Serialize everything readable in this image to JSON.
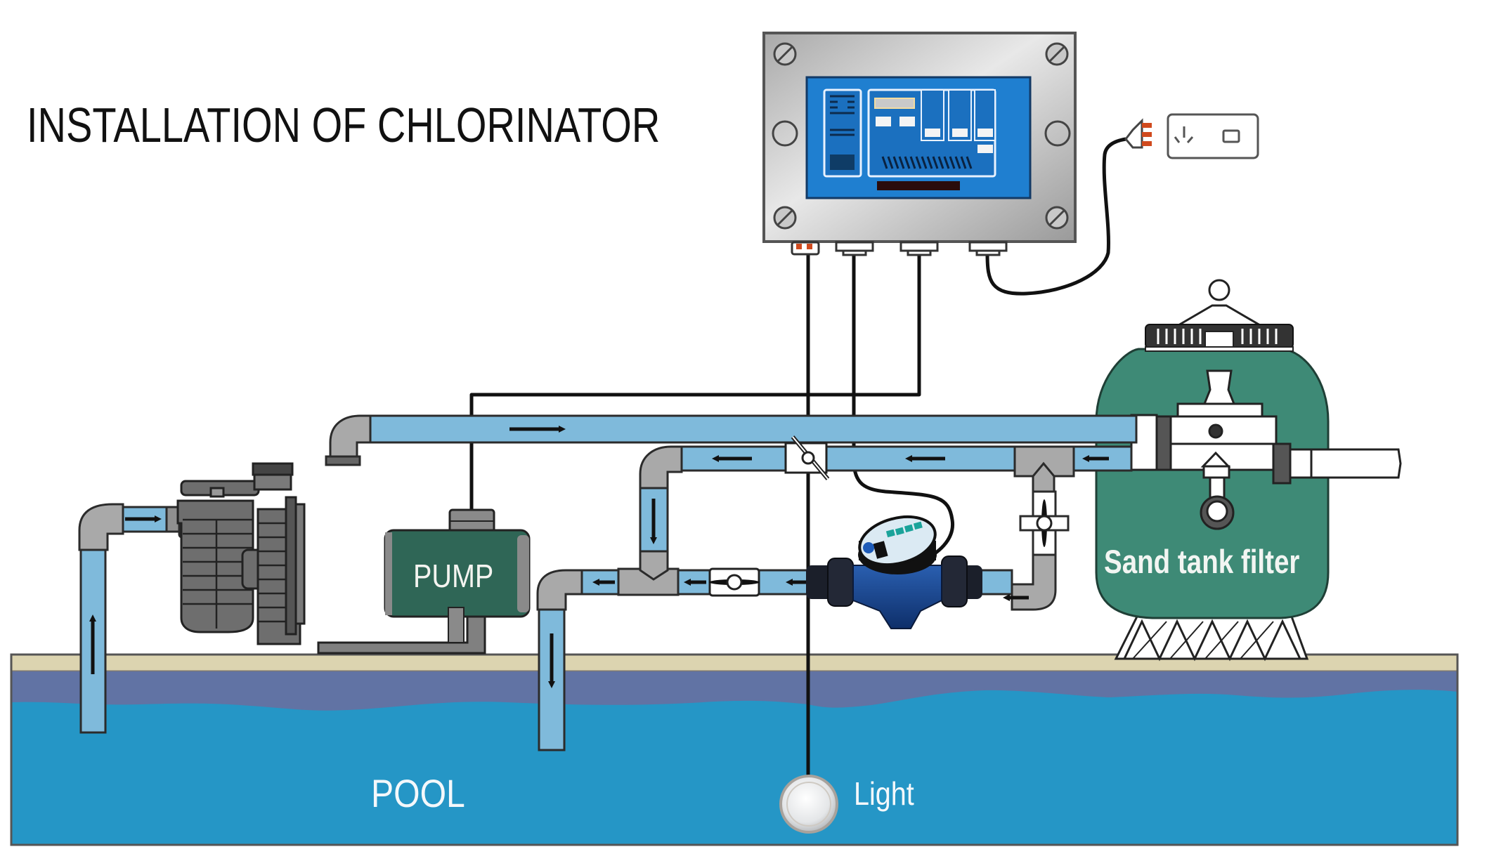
{
  "title": "INSTALLATION OF CHLORINATOR",
  "labels": {
    "pump": "PUMP",
    "sand_filter": "Sand tank filter",
    "pool": "POOL",
    "light": "Light"
  },
  "components": [
    {
      "id": "control-box",
      "name": "Chlorinator control box",
      "icon": "control-panel-icon"
    },
    {
      "id": "power-outlet",
      "name": "Wall power socket with plug",
      "icon": "power-plug-icon"
    },
    {
      "id": "pump",
      "name": "Pool pump",
      "icon": "pump-icon"
    },
    {
      "id": "sand-filter",
      "name": "Sand tank filter",
      "icon": "filter-tank-icon"
    },
    {
      "id": "salt-cell",
      "name": "Chlorinator salt cell",
      "icon": "salt-cell-icon"
    },
    {
      "id": "pool-light",
      "name": "Pool light",
      "icon": "light-icon"
    }
  ],
  "flow_arrows": [
    {
      "segment": "suction-riser",
      "direction": "up"
    },
    {
      "segment": "suction-inlet",
      "direction": "right"
    },
    {
      "segment": "pump-to-filter",
      "direction": "right"
    },
    {
      "segment": "filter-return-left",
      "direction": "left"
    },
    {
      "segment": "filter-return-right",
      "direction": "left"
    },
    {
      "segment": "filter-return-right-2",
      "direction": "left"
    },
    {
      "segment": "bypass-down",
      "direction": "down"
    },
    {
      "segment": "cell-outlet",
      "direction": "left"
    },
    {
      "segment": "valve-outlet",
      "direction": "left"
    },
    {
      "segment": "tee-outlet",
      "direction": "left"
    },
    {
      "segment": "cell-inlet",
      "direction": "left"
    },
    {
      "segment": "return-riser",
      "direction": "down"
    }
  ],
  "colors": {
    "pipe_water": "#7fbadb",
    "pipe_fitting": "#a9a9a9",
    "pump_motor": "#2f6656",
    "filter_tank": "#3e8a76",
    "control_screen": "#1f7fd0",
    "ground": "#dcd4b0",
    "pool_deep": "#6173a4",
    "pool_water": "#2596c6"
  }
}
